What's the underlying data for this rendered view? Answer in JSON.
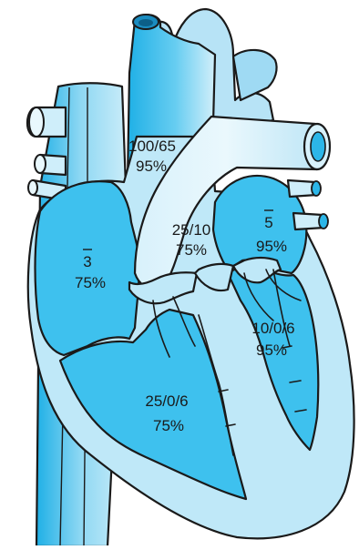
{
  "colors": {
    "background": "#ffffff",
    "outline": "#1a1a1a",
    "vessel_light": "#cfeefa",
    "vessel_mid": "#a9e0f5",
    "chamber_fill": "#3ec1ee",
    "chamber_deep": "#1fb0e6",
    "heart_wall": "#bfe8f8"
  },
  "labels": {
    "aorta": {
      "pressure": "100/65",
      "saturation": "95%"
    },
    "pulmonary_artery": {
      "pressure": "25/10",
      "saturation": "75%"
    },
    "right_atrium": {
      "pressure": "3",
      "saturation": "75%",
      "mean_bar": true
    },
    "left_atrium": {
      "pressure": "5",
      "saturation": "95%",
      "mean_bar": true
    },
    "right_ventricle": {
      "pressure": "25/0/6",
      "saturation": "75%"
    },
    "left_ventricle": {
      "pressure": "10/0/6",
      "saturation": "95%"
    }
  }
}
